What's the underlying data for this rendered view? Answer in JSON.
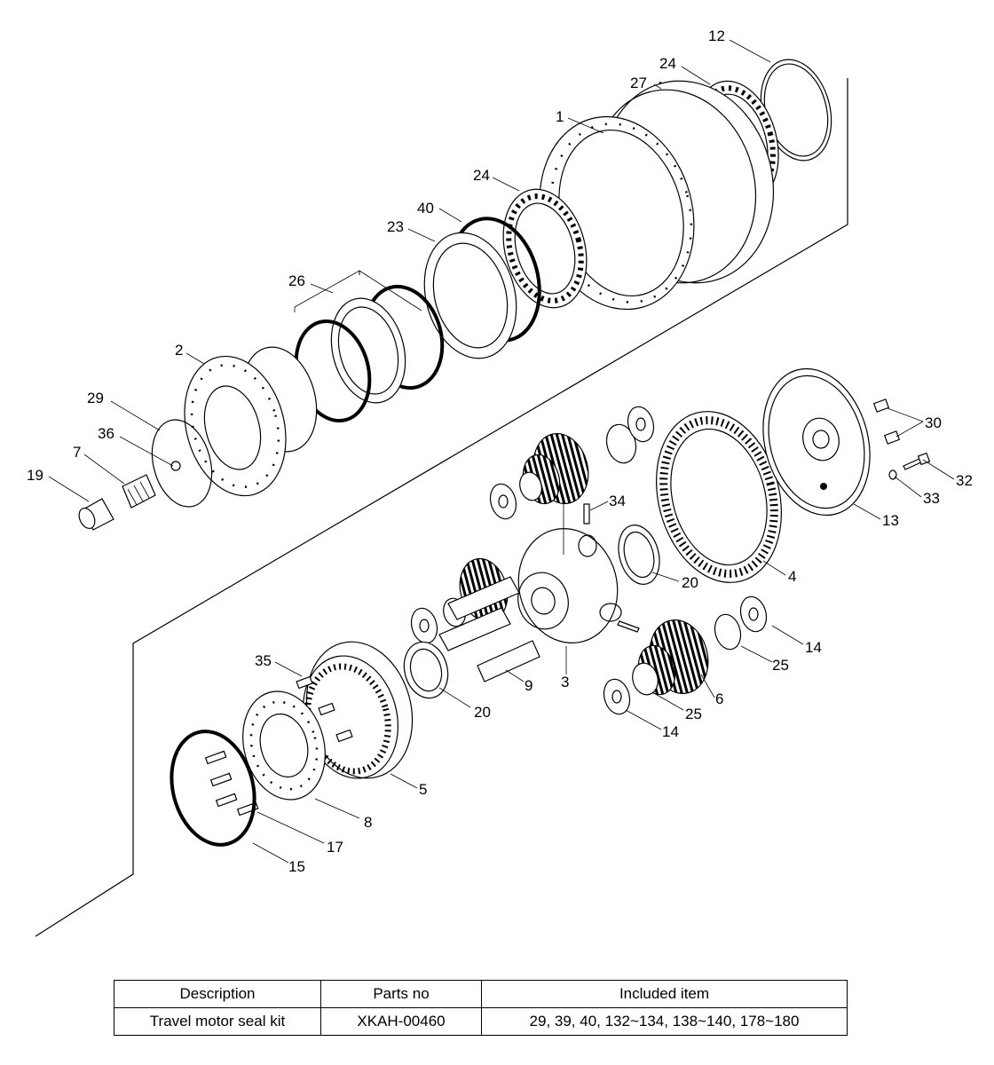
{
  "labels": {
    "p1": "1",
    "p2": "2",
    "p3": "3",
    "p4": "4",
    "p5": "5",
    "p6": "6",
    "p7": "7",
    "p8": "8",
    "p9": "9",
    "p12": "12",
    "p13": "13",
    "p14a": "14",
    "p14b": "14",
    "p15": "15",
    "p17": "17",
    "p19": "19",
    "p20a": "20",
    "p20b": "20",
    "p23": "23",
    "p24a": "24",
    "p24b": "24",
    "p25a": "25",
    "p25b": "25",
    "p26": "26",
    "p27": "27",
    "p29": "29",
    "p30": "30",
    "p32": "32",
    "p33": "33",
    "p34": "34",
    "p35": "35",
    "p36": "36",
    "p40": "40"
  },
  "table": {
    "headers": [
      "Description",
      "Parts no",
      "Included item"
    ],
    "rows": [
      [
        "Travel motor seal kit",
        "XKAH-00460",
        "29, 39, 40, 132~134, 138~140, 178~180"
      ]
    ]
  }
}
